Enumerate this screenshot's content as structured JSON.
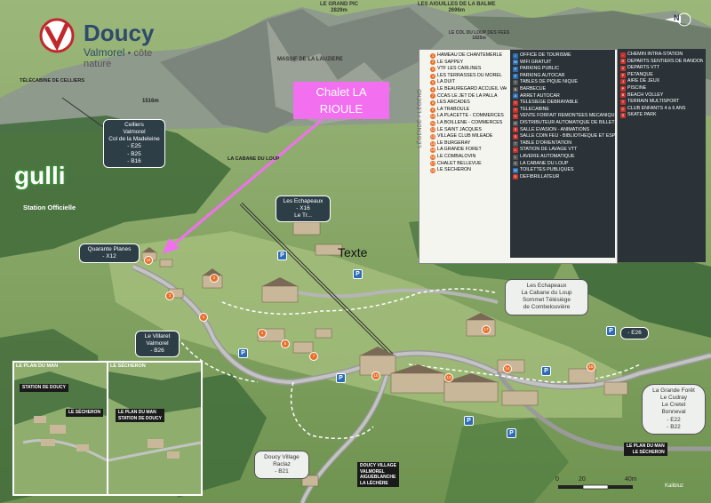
{
  "brand": {
    "title": "Doucy",
    "subtitle_place": "Valmorel",
    "subtitle_tag": "côte nature",
    "credit": "Kalibluz"
  },
  "peaks": {
    "grand_pic": "LE GRAND PIC",
    "grand_pic_alt": "2829m",
    "aiguilles": "LES AIGUILLES DE LA BALME",
    "aiguilles_alt": "2696m",
    "col": "LE COL DU LOUP DES FEES",
    "col_alt": "1825m",
    "massif": "MASSIF DE LA LAUZIERE"
  },
  "compass": "N",
  "callout": {
    "line1": "Chalet LA",
    "line2": "RIOULE"
  },
  "texte": "Texte",
  "gulli": {
    "word": "gulli",
    "station": "Station Officielle"
  },
  "map_labels": {
    "telecabine": "TÉLÉCABINE DE CELLIERS",
    "altitude": "1516m",
    "cabane": "LA CABANE DU LOUP"
  },
  "signs": {
    "celliers": [
      "Celliers",
      "Valmorel",
      "Col de la Madeleine",
      "- E25",
      "- B25",
      "- B16"
    ],
    "echapeaux_top": [
      "Les Echapeaux",
      "- X16",
      "Le Tr..."
    ],
    "quarante": [
      "Quarante Planes",
      "- X12"
    ],
    "villaret": [
      "Le Villaret",
      "Valmorel",
      "- B26"
    ],
    "echapeaux_right": [
      "Les Echapeaux",
      "La Cabane du Loup",
      "Sommet Télésiège",
      "de Combelouvière"
    ],
    "e26": [
      "- E26"
    ],
    "grande_foret": [
      "La Grande Forêt",
      "Le Cudray",
      "Le Cretet",
      "Bonneval",
      "- E22",
      "- B22"
    ],
    "doucy_raclaz": [
      "Doucy Village",
      "Raclaz",
      "- B21"
    ]
  },
  "dark_tags": {
    "doucy_village": [
      "DOUCY VILLAGE",
      "VALMOREL",
      "AIGUEBLANCHE",
      "LA LÉCHÈRE"
    ],
    "plan_du_man": [
      "LE PLAN DU MAN",
      "LE SÉCHERON"
    ]
  },
  "insets": {
    "plan_du_man": {
      "title": "LE PLAN DU MAN",
      "labels": [
        "STATION DE DOUCY",
        "LE SÉCHERON"
      ]
    },
    "secheron": {
      "title": "LE SÉCHERON",
      "labels": [
        "LE PLAN DU MAN",
        "STATION DE DOUCY"
      ]
    }
  },
  "legend": {
    "title": "LÉGENDE / LEGEND",
    "numbered": [
      {
        "n": "1",
        "label": "HAMEAU DE CHANTEMERLE"
      },
      {
        "n": "2",
        "label": "LE SAPPEY"
      },
      {
        "n": "3",
        "label": "VTF LES CARLINES"
      },
      {
        "n": "4",
        "label": "LES TERRASSES DU MOREL"
      },
      {
        "n": "5",
        "label": "LA DUIT"
      },
      {
        "n": "6",
        "label": "LE BEAUREGARD ACCUEIL VACANCÉOLE"
      },
      {
        "n": "7",
        "label": "CCAS LE JET DE LA PALLA"
      },
      {
        "n": "8",
        "label": "LES ARCADES"
      },
      {
        "n": "9",
        "label": "LA TRABOULE"
      },
      {
        "n": "10",
        "label": "LA PLACETTE - COMMERCES"
      },
      {
        "n": "11",
        "label": "LA BOILLENE - COMMERCES"
      },
      {
        "n": "12",
        "label": "LE SAINT JACQUES"
      },
      {
        "n": "13",
        "label": "VILLAGE CLUB MILEADE"
      },
      {
        "n": "14",
        "label": "LE BURGERAY"
      },
      {
        "n": "15",
        "label": "LA GRANDE FORÊT"
      },
      {
        "n": "16",
        "label": "LE COMBALOVIN"
      },
      {
        "n": "17",
        "label": "CHALET BELLEVUE"
      },
      {
        "n": "18",
        "label": "LE SÉCHERON"
      }
    ],
    "services": [
      {
        "icon": "i",
        "label": "OFFICE DE TOURISME"
      },
      {
        "icon": "W",
        "label": "WIFI GRATUIT"
      },
      {
        "icon": "P",
        "label": "PARKING PUBLIC"
      },
      {
        "icon": "P",
        "label": "PARKING AUTOCAR"
      },
      {
        "icon": "T",
        "label": "TABLES DE PIQUE NIQUE"
      },
      {
        "icon": "B",
        "label": "BARBECUE"
      },
      {
        "icon": "A",
        "label": "ARRÊT AUTOCAR"
      },
      {
        "icon": "T",
        "label": "TELESIÈGE DÉBRAYABLE"
      },
      {
        "icon": "T",
        "label": "TÉLÉCABINE"
      },
      {
        "icon": "V",
        "label": "VENTE FORFAIT REMONTÉES MÉCANIQUES"
      },
      {
        "icon": "D",
        "label": "DISTRIBUTEUR AUTOMATIQUE DE BILLETS"
      },
      {
        "icon": "S",
        "label": "SALLE ÉVASION - ANIMATIONS"
      },
      {
        "icon": "S",
        "label": "SALLE COIN FEU - BIBLIOTHÈQUE ET ESPACE JEUX"
      },
      {
        "icon": "T",
        "label": "TABLE D'ORIENTATION"
      },
      {
        "icon": "L",
        "label": "STATION DE LAVAGE VTT"
      },
      {
        "icon": "L",
        "label": "LAVERIE AUTOMATIQUE"
      },
      {
        "icon": "C",
        "label": "LA CABANE DU LOUP"
      },
      {
        "icon": "W",
        "label": "TOILETTES PUBLIQUES"
      },
      {
        "icon": "D",
        "label": "DÉFIBRILLATEUR"
      }
    ],
    "activities": [
      {
        "icon": "-",
        "label": "CHEMIN INTRA-STATION"
      },
      {
        "icon": "R",
        "label": "DÉPARTS SENTIERS DE RANDONNÉE"
      },
      {
        "icon": "V",
        "label": "DÉPARTS VTT"
      },
      {
        "icon": "P",
        "label": "PÉTANQUE"
      },
      {
        "icon": "J",
        "label": "AIRE DE JEUX"
      },
      {
        "icon": "P",
        "label": "PISCINE"
      },
      {
        "icon": "B",
        "label": "BEACH VOLLEY"
      },
      {
        "icon": "T",
        "label": "TERRAIN MULTISPORT"
      },
      {
        "icon": "C",
        "label": "CLUB ENFANTS 4 à 6 ANS"
      },
      {
        "icon": "S",
        "label": "SKATE PARK"
      }
    ]
  },
  "scale": {
    "zero": "0",
    "mid": "20",
    "end": "40m"
  }
}
